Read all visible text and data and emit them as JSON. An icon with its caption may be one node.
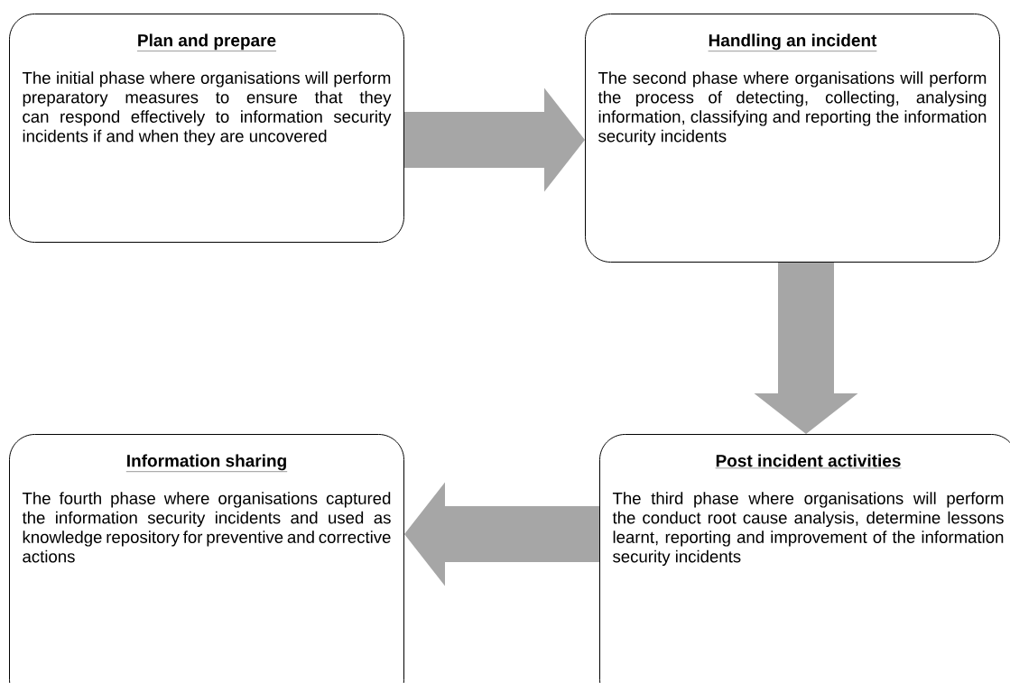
{
  "diagram": {
    "nodes": [
      {
        "text": [
          "Plan and prepare",
          "The initial phase where organisations will perform preparatory measures to ensure that they can respond effectively to information security incidents if and when they are uncovered"
        ]
      },
      {
        "text": [
          "Handling an incident",
          "The second phase where organisations will perform the process of detecting, collecting, analysing information, classifying and reporting the information security incidents"
        ]
      },
      {
        "text": [
          "Post incident activities",
          "The third phase where organisations will perform the conduct root cause analysis, determine lessons learnt, reporting and improvement of the information security incidents"
        ]
      },
      {
        "text": [
          "Information sharing",
          "The fourth phase where organisations captured the information security incidents and used as knowledge repository for preventive and corrective actions"
        ]
      }
    ],
    "edges": [
      {
        "from": 0,
        "to": 1,
        "arrow": "to",
        "style": "thick"
      },
      {
        "from": 1,
        "to": 2,
        "arrow": "to",
        "style": "thick"
      },
      {
        "from": 2,
        "to": 3,
        "arrow": "to",
        "style": "thick"
      }
    ]
  }
}
